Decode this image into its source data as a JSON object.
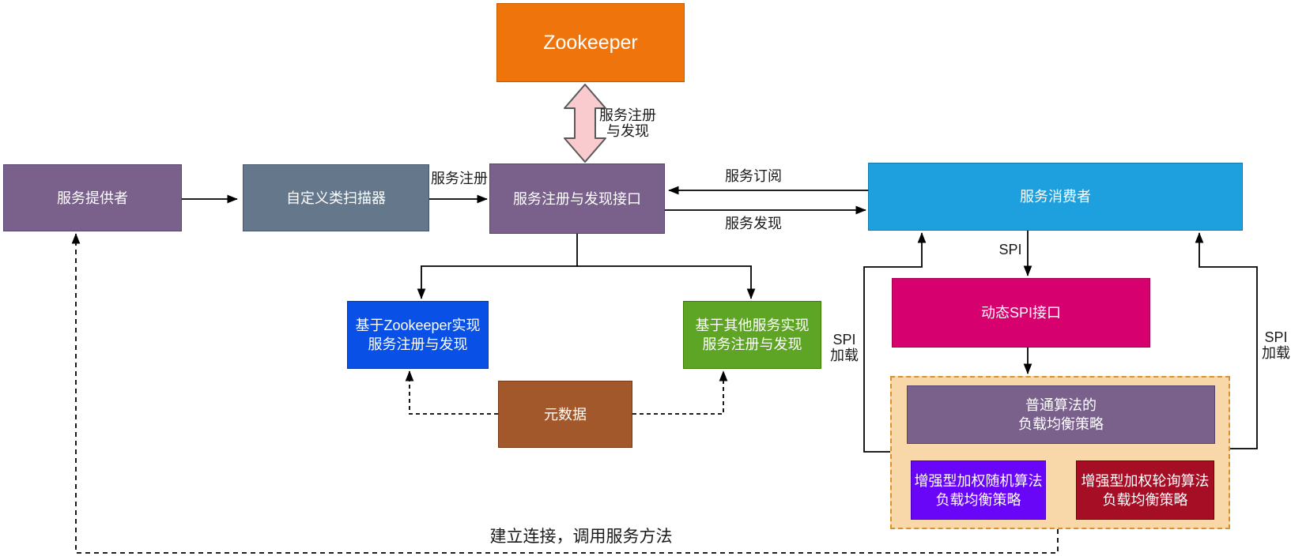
{
  "diagram": {
    "nodes": {
      "zookeeper": {
        "label": "Zookeeper"
      },
      "provider": {
        "label": "服务提供者"
      },
      "scanner": {
        "label": "自定义类扫描器"
      },
      "registry_interface": {
        "label": "服务注册与发现接口"
      },
      "consumer": {
        "label": "服务消费者"
      },
      "zk_impl": {
        "lines": [
          "基于Zookeeper实现",
          "服务注册与发现"
        ]
      },
      "other_impl": {
        "lines": [
          "基于其他服务实现",
          "服务注册与发现"
        ]
      },
      "metadata": {
        "label": "元数据"
      },
      "spi_interface": {
        "label": "动态SPI接口"
      },
      "common_strategy": {
        "lines": [
          "普通算法的",
          "负载均衡策略"
        ]
      },
      "weighted_random": {
        "lines": [
          "增强型加权随机算法",
          "负载均衡策略"
        ]
      },
      "weighted_round_robin": {
        "lines": [
          "增强型加权轮询算法",
          "负载均衡策略"
        ]
      }
    },
    "labels": {
      "reg_discovery": [
        "服务注册",
        "与发现"
      ],
      "service_register": "服务注册",
      "service_subscribe": "服务订阅",
      "service_discovery": "服务发现",
      "spi": "SPI",
      "spi_load_left": [
        "SPI",
        "加载"
      ],
      "spi_load_right": [
        "SPI",
        "加载"
      ],
      "establish_connection": "建立连接，调用服务方法"
    },
    "colors": {
      "zookeeper_fill": "#F0740C",
      "zookeeper_border": "#C25A00",
      "purple_fill": "#79618C",
      "purple_border": "#564570",
      "scanner_fill": "#64778B",
      "scanner_border": "#46566B",
      "consumer_fill": "#1FA0DE",
      "consumer_border": "#1279AD",
      "cobalt_fill": "#0850E6",
      "cobalt_border": "#0636B0",
      "green_fill": "#5FA525",
      "green_border": "#3D7A00",
      "brown_fill": "#A3582B",
      "brown_border": "#76391A",
      "magenta_fill": "#D6006F",
      "magenta_border": "#A30050",
      "violet_fill": "#6A06F8",
      "violet_border": "#4800BC",
      "dark_red_fill": "#A50E24",
      "dark_red_border": "#6F0000",
      "container_fill": "#F8D8A8",
      "container_border": "#D6922B",
      "pink_arrow_fill": "#F9CBCE",
      "pink_arrow_stroke": "#595959",
      "line": "#000000"
    }
  }
}
